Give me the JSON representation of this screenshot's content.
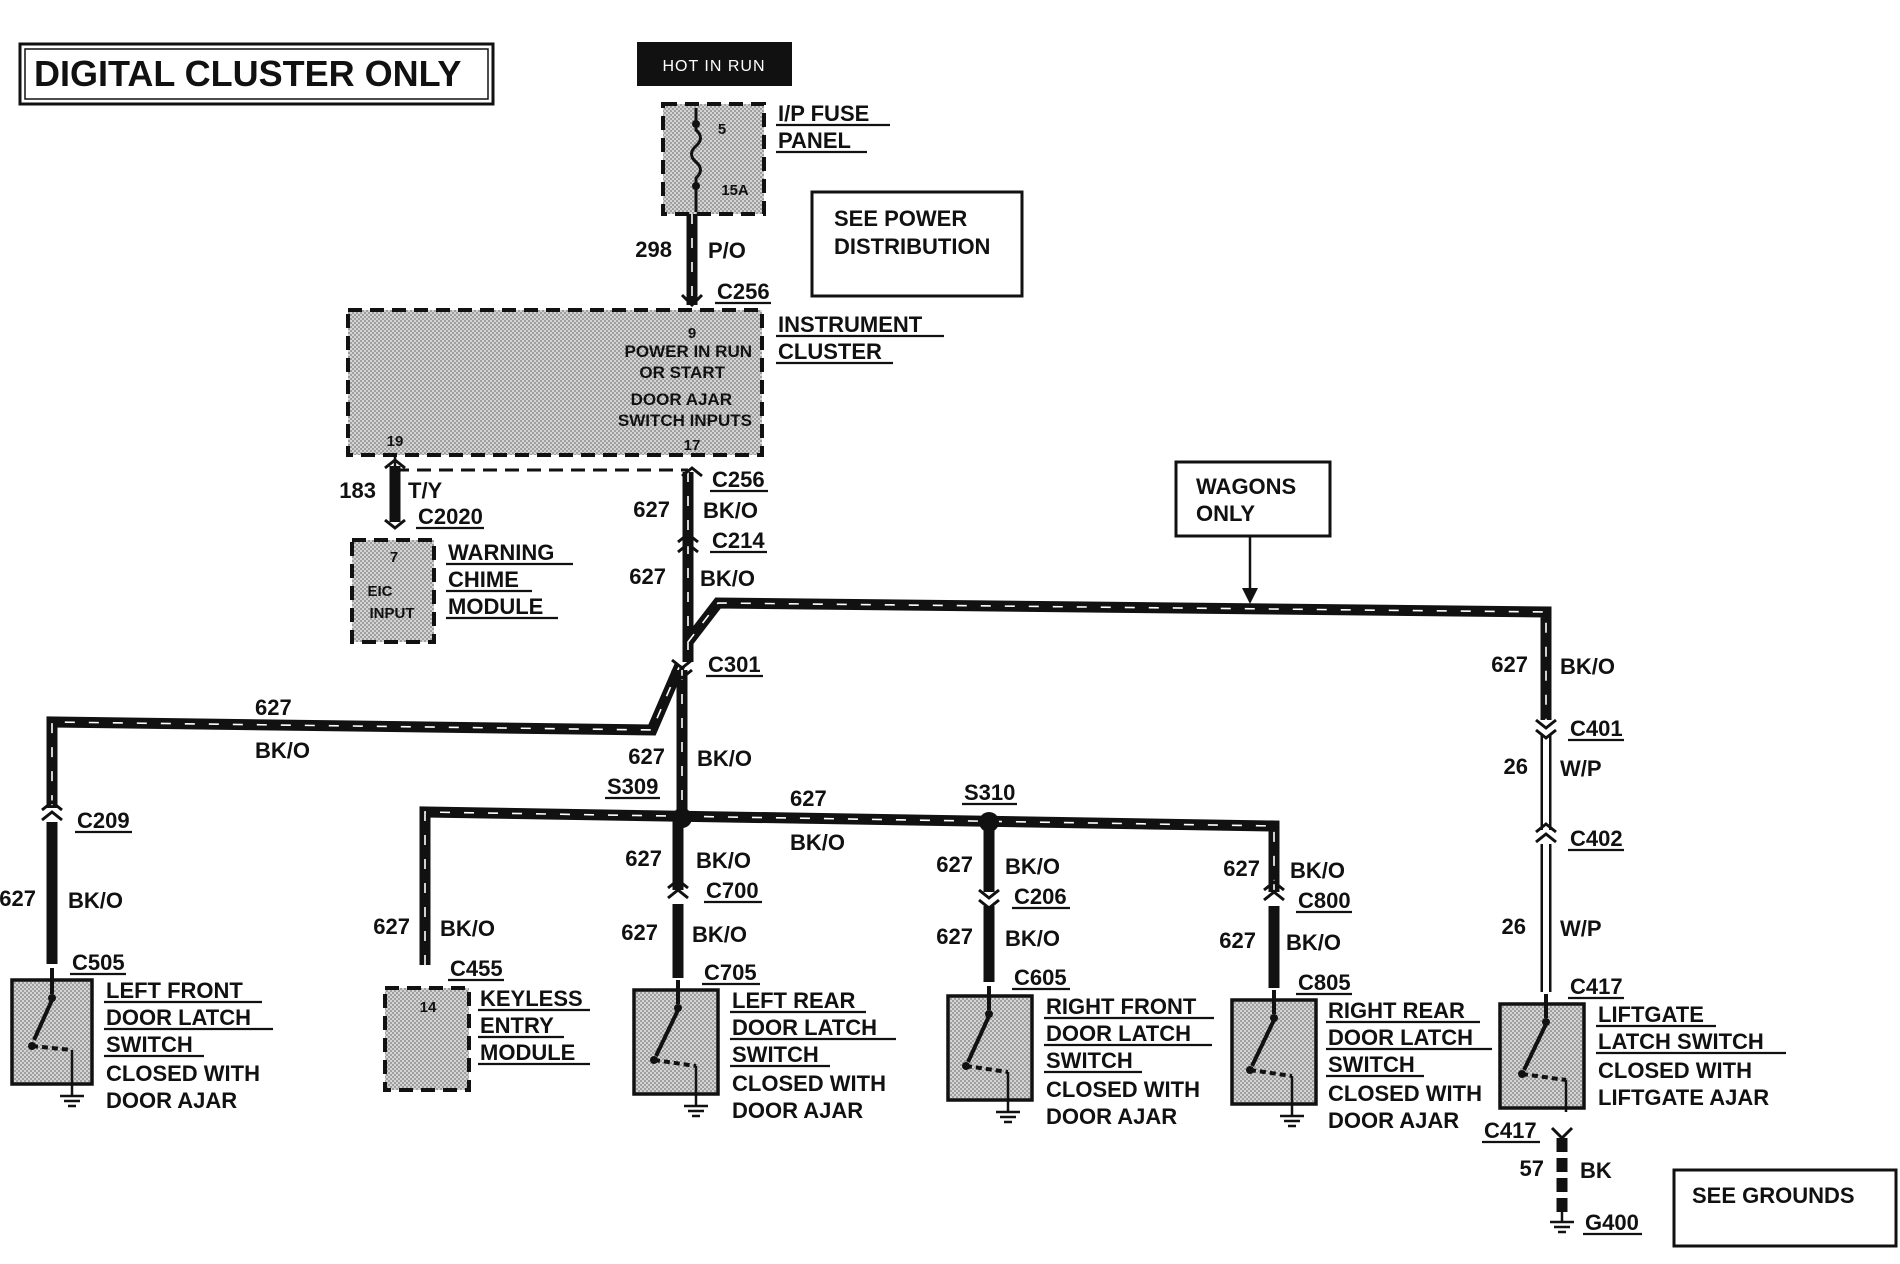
{
  "title": "DIGITAL CLUSTER ONLY",
  "hot_in_run": "HOT IN RUN",
  "see_power_distribution": [
    "SEE POWER",
    "DISTRIBUTION"
  ],
  "wagons_only": [
    "WAGONS",
    "ONLY"
  ],
  "see_grounds": "SEE GROUNDS",
  "fuse_panel": {
    "name": [
      "I/P FUSE",
      "PANEL"
    ],
    "fuse_number": "5",
    "rating": "15A"
  },
  "instrument_cluster": {
    "name": [
      "INSTRUMENT",
      "CLUSTER"
    ],
    "pin_power": "9",
    "pin_door_ajar": "17",
    "pin_chime": "19",
    "text_power": [
      "POWER IN RUN",
      "OR START"
    ],
    "text_door_ajar": [
      "DOOR AJAR",
      "SWITCH INPUTS"
    ]
  },
  "warning_chime": {
    "name": [
      "WARNING",
      "CHIME",
      "MODULE"
    ],
    "pin": "7",
    "input_text": [
      "EIC",
      "INPUT"
    ]
  },
  "keyless_entry": {
    "name": [
      "KEYLESS",
      "ENTRY",
      "MODULE"
    ],
    "pin": "14"
  },
  "switches": {
    "left_front": [
      "LEFT FRONT",
      "DOOR LATCH",
      "SWITCH",
      "CLOSED WITH",
      "DOOR AJAR"
    ],
    "left_rear": [
      "LEFT REAR",
      "DOOR LATCH",
      "SWITCH",
      "CLOSED WITH",
      "DOOR AJAR"
    ],
    "right_front": [
      "RIGHT FRONT",
      "DOOR LATCH",
      "SWITCH",
      "CLOSED WITH",
      "DOOR AJAR"
    ],
    "right_rear": [
      "RIGHT REAR",
      "DOOR LATCH",
      "SWITCH",
      "CLOSED WITH",
      "DOOR AJAR"
    ],
    "liftgate": [
      "LIFTGATE",
      "LATCH SWITCH",
      "CLOSED WITH",
      "LIFTGATE AJAR"
    ]
  },
  "connectors": {
    "c256": "C256",
    "c2020": "C2020",
    "c214": "C214",
    "c301": "C301",
    "c209": "C209",
    "c505": "C505",
    "c455": "C455",
    "c700": "C700",
    "c705": "C705",
    "c206": "C206",
    "c605": "C605",
    "c800": "C800",
    "c805": "C805",
    "c401": "C401",
    "c402": "C402",
    "c417": "C417",
    "g400": "G400"
  },
  "splices": {
    "s309": "S309",
    "s310": "S310"
  },
  "circuits": {
    "c298": "298",
    "c183": "183",
    "c627": "627",
    "c26": "26",
    "c57": "57"
  },
  "colors": {
    "po": "P/O",
    "ty": "T/Y",
    "bko": "BK/O",
    "wp": "W/P",
    "bk": "BK"
  }
}
